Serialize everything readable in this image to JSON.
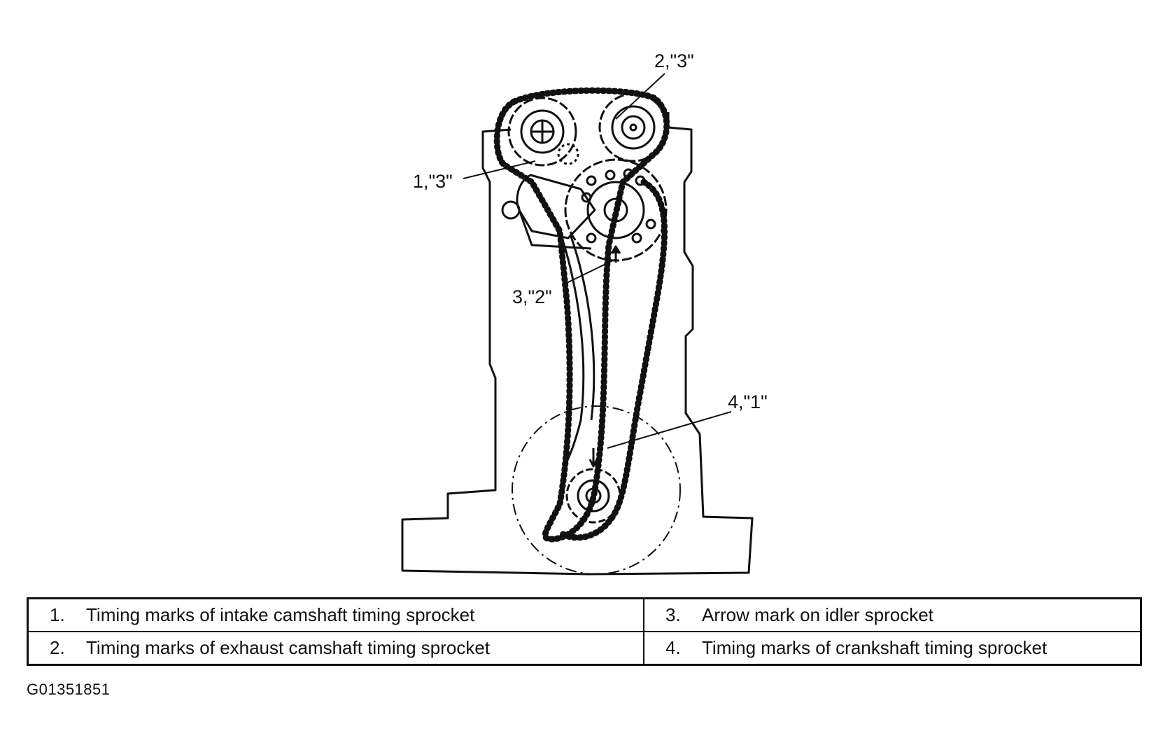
{
  "callouts": {
    "c2": "2,\"3\"",
    "c1": "1,\"3\"",
    "c3": "3,\"2\"",
    "c4": "4,\"1\""
  },
  "legend": {
    "rows": [
      [
        {
          "num": "1.",
          "text": "Timing marks of intake camshaft timing sprocket"
        },
        {
          "num": "3.",
          "text": "Arrow mark on idler sprocket"
        }
      ],
      [
        {
          "num": "2.",
          "text": "Timing marks of exhaust camshaft timing sprocket"
        },
        {
          "num": "4.",
          "text": "Timing marks of crankshaft timing sprocket"
        }
      ]
    ]
  },
  "figure_id": "G01351851"
}
